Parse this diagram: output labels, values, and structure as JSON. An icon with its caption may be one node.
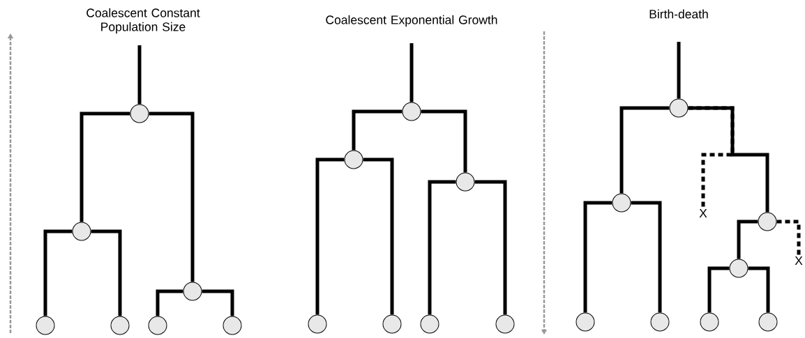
{
  "diagram": {
    "nodes": [
      {
        "text": [],
        "shape": "circle"
      },
      {
        "text": [],
        "shape": "circle"
      },
      {
        "text": [],
        "shape": "circle"
      },
      {
        "text": [],
        "shape": "circle"
      },
      {
        "text": [],
        "shape": "circle"
      },
      {
        "text": [],
        "shape": "circle"
      },
      {
        "text": [],
        "shape": "circle"
      },
      {
        "text": [],
        "shape": "circle"
      },
      {
        "text": [],
        "shape": "circle"
      },
      {
        "text": [],
        "shape": "circle"
      },
      {
        "text": [],
        "shape": "circle"
      },
      {
        "text": [],
        "shape": "circle"
      },
      {
        "text": [],
        "shape": "circle"
      },
      {
        "text": [],
        "shape": "circle"
      },
      {
        "text": [],
        "shape": "circle"
      },
      {
        "text": [],
        "shape": "circle"
      },
      {
        "text": [
          "X"
        ]
      },
      {
        "text": [],
        "shape": "circle"
      },
      {
        "text": [
          "X"
        ]
      },
      {
        "text": [],
        "shape": "circle"
      },
      {
        "text": [],
        "shape": "circle"
      },
      {
        "text": [],
        "shape": "circle"
      },
      {
        "text": [],
        "shape": "circle"
      },
      {
        "text": [],
        "shape": "circle"
      }
    ],
    "edges": [
      {
        "from": null,
        "to": 0,
        "arrow": "none"
      },
      {
        "from": 0,
        "to": 1,
        "arrow": "none"
      },
      {
        "from": 0,
        "to": 2,
        "arrow": "none"
      },
      {
        "from": 1,
        "to": 3,
        "arrow": "none"
      },
      {
        "from": 1,
        "to": 4,
        "arrow": "none"
      },
      {
        "from": 2,
        "to": 5,
        "arrow": "none"
      },
      {
        "from": 2,
        "to": 6,
        "arrow": "none"
      },
      {
        "from": null,
        "to": 7,
        "arrow": "none"
      },
      {
        "from": 7,
        "to": 8,
        "arrow": "none"
      },
      {
        "from": 7,
        "to": 9,
        "arrow": "none"
      },
      {
        "from": 8,
        "to": 10,
        "arrow": "none"
      },
      {
        "from": 8,
        "to": 11,
        "arrow": "none"
      },
      {
        "from": 9,
        "to": 12,
        "arrow": "none"
      },
      {
        "from": 9,
        "to": 13,
        "arrow": "none"
      },
      {
        "from": null,
        "to": 14,
        "arrow": "none"
      },
      {
        "from": 14,
        "to": 15,
        "arrow": "none"
      },
      {
        "from": 14,
        "to": 16,
        "arrow": "none",
        "style": "dashed"
      },
      {
        "from": 14,
        "to": 17,
        "arrow": "none"
      },
      {
        "from": 15,
        "to": 20,
        "arrow": "none"
      },
      {
        "from": 15,
        "to": 21,
        "arrow": "none"
      },
      {
        "from": 17,
        "to": 18,
        "arrow": "none",
        "style": "dashed"
      },
      {
        "from": 17,
        "to": 19,
        "arrow": "none"
      },
      {
        "from": 19,
        "to": 22,
        "arrow": "none"
      },
      {
        "from": 19,
        "to": 23,
        "arrow": "none"
      }
    ],
    "labels": [
      "Coalescent Constant Population Size",
      "Coalescent Exponential Growth",
      "Birth-death"
    ]
  }
}
